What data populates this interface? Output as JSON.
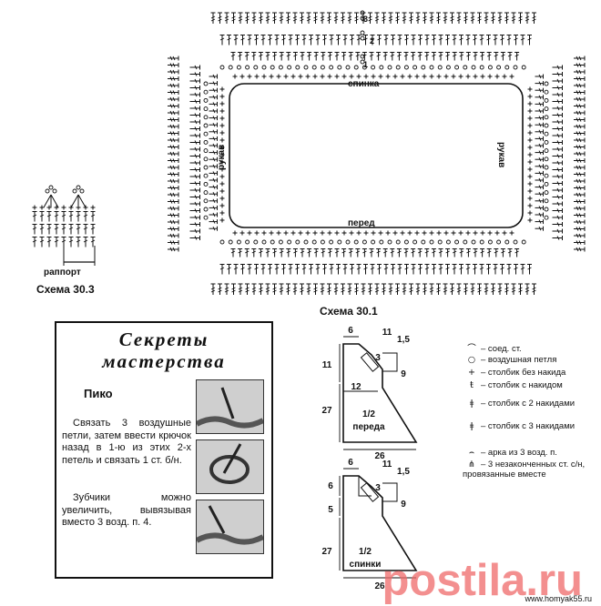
{
  "schema_30_1": {
    "title": "Схема 30.1",
    "labels": {
      "back": "спинка",
      "front": "перед",
      "sleeve_left": "рукав",
      "sleeve_right": "рукав"
    },
    "row_numbers": [
      "3",
      "2",
      "1"
    ]
  },
  "schema_30_3": {
    "title": "Схема 30.3",
    "repeat_label": "раппорт"
  },
  "secrets_box": {
    "title_line1": "Секреты",
    "title_line2": "мастерства",
    "subtitle": "Пико",
    "paragraph1": "Связать 3 воздушные петли, затем ввести крючок назад в 1-ю из этих 2-х петель и связать 1 ст. б/н.",
    "paragraph2": "Зубчики можно увеличить, вывязывая вместо 3 возд. п. 4."
  },
  "pattern_front": {
    "label": "1/2\nпереда",
    "dims": {
      "top_small": "6",
      "top_right_a": "11",
      "top_right_b": "1,5",
      "side_top": "11",
      "diag": "3",
      "side_right": "9",
      "inner": "12",
      "side_main": "27",
      "bottom": "26"
    }
  },
  "pattern_back": {
    "label": "1/2\nспинки",
    "dims": {
      "top_small": "6",
      "top_right_a": "11",
      "top_right_b": "1,5",
      "side_top": "6",
      "side_step": "5",
      "diag": "3",
      "side_right": "9",
      "side_main": "27",
      "bottom": "26"
    }
  },
  "legend": [
    {
      "icon": "slip-stitch-icon",
      "symbol": "⌒",
      "text": "– соед. ст."
    },
    {
      "icon": "chain-stitch-icon",
      "symbol": "○",
      "text": "– воздушная петля"
    },
    {
      "icon": "single-crochet-icon",
      "symbol": "+",
      "text": "– столбик без накида"
    },
    {
      "icon": "double-crochet-icon",
      "symbol": "ŧ",
      "text": "– столбик с накидом"
    },
    {
      "icon": "treble-crochet-icon",
      "symbol": "ǂ",
      "text": "– столбик с 2 накидами"
    },
    {
      "icon": "triple-treble-icon",
      "symbol": "ǂ",
      "text": "– столбик с 3 накидами"
    },
    {
      "icon": "arch-icon",
      "symbol": "⌢",
      "text": "– арка из 3 возд. п."
    },
    {
      "icon": "cluster-icon",
      "symbol": "⋔",
      "text": "– 3 незаконченных ст. с/н,\nпровязанные вместе"
    }
  ],
  "watermark": {
    "text": "postila.ru",
    "url": "www.homyak55.ru"
  },
  "colors": {
    "ink": "#111111",
    "watermark": "#ef6a6a",
    "paper": "#ffffff"
  }
}
